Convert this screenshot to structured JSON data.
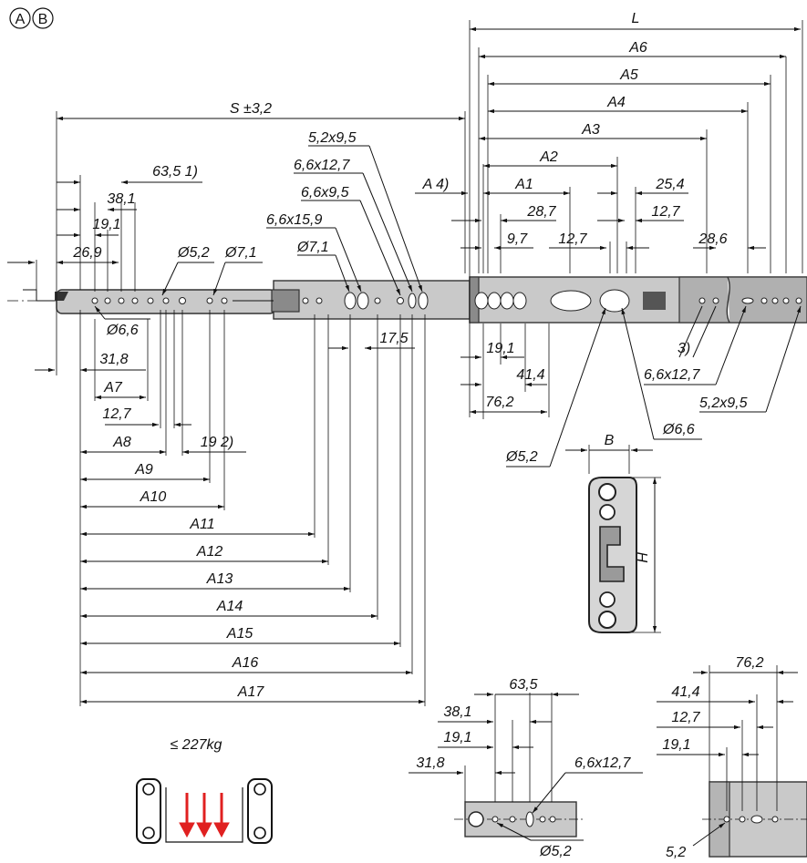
{
  "header": {
    "mark_a": "A",
    "mark_b": "B"
  },
  "main_view": {
    "overall": {
      "L": "L",
      "S": "S ±3,2"
    },
    "rear_a_dims": [
      "A6",
      "A5",
      "A4",
      "A3",
      "A2",
      "A1"
    ],
    "rear_a4_note": "A 4)",
    "rear_small": {
      "d28_7": "28,7",
      "d9_7": "9,7",
      "d12_7a": "12,7",
      "d25_4": "25,4",
      "d12_7b": "12,7",
      "d28_6": "28,6"
    },
    "rear_bottom": {
      "d19_1": "19,1",
      "d41_4": "41,4",
      "d76_2": "76,2"
    },
    "rear_callouts": {
      "note3": "3)",
      "slot1": "6,6x12,7",
      "slot2": "5,2x9,5",
      "dia66": "Ø6,6",
      "dia52": "Ø5,2"
    },
    "mid_callouts": [
      "5,2x9,5",
      "6,6x12,7",
      "6,6x9,5",
      "6,6x15,9",
      "Ø7,1"
    ],
    "mid_bottom": "17,5",
    "front_top": {
      "d63_5": "63,5 1)",
      "d38_1": "38,1",
      "d19_1": "19,1",
      "d26_9": "26,9",
      "dia52": "Ø5,2",
      "dia71": "Ø7,1"
    },
    "front_left": {
      "dia66": "Ø6,6",
      "d31_8": "31,8",
      "a7": "A7",
      "d12_7": "12,7",
      "a8": "A8",
      "d19": "19 2)"
    },
    "a_series": [
      "A9",
      "A10",
      "A11",
      "A12",
      "A13",
      "A14",
      "A15",
      "A16",
      "A17"
    ]
  },
  "profile": {
    "B": "B",
    "H": "H"
  },
  "load": {
    "capacity": "≤ 227kg"
  },
  "detail_front": {
    "d63_5": "63,5",
    "d38_1": "38,1",
    "d19_1": "19,1",
    "d31_8": "31,8",
    "slot": "6,6x12,7",
    "dia": "Ø5,2"
  },
  "detail_rear": {
    "d76_2": "76,2",
    "d41_4": "41,4",
    "d12_7": "12,7",
    "d19_1": "19,1",
    "d5_2": "5,2"
  }
}
